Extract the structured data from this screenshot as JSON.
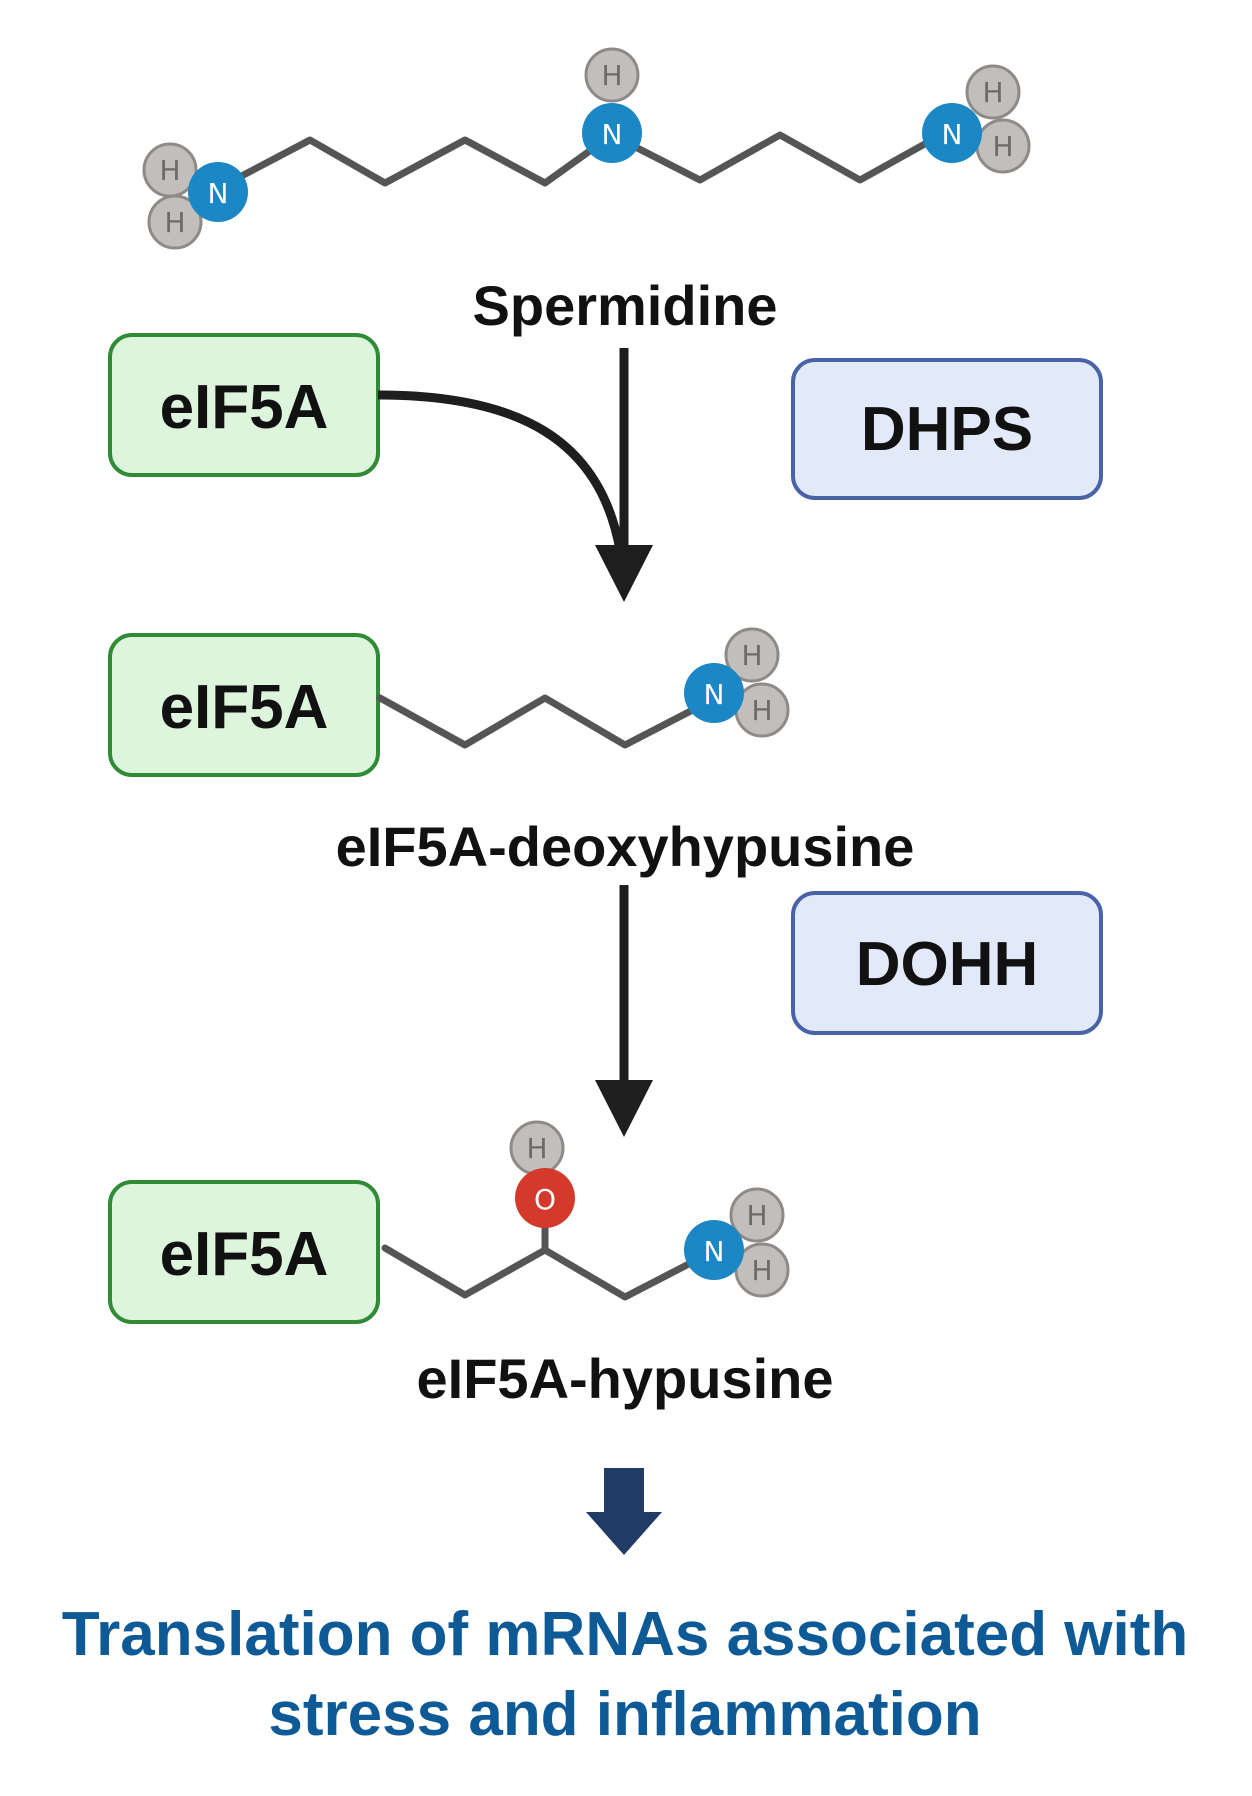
{
  "colors": {
    "protein_fill": "#DDF4DD",
    "protein_stroke": "#2F8B34",
    "enzyme_fill": "#E2EAF9",
    "enzyme_stroke": "#4A63A8",
    "bond": "#555555",
    "nitrogen": "#1B87C4",
    "oxygen": "#D33A2C",
    "hydrogen": "#C2BEBC",
    "hydrogen_stroke": "#8E8A88",
    "arrow": "#1E1E1E",
    "output_arrow": "#1F3B66",
    "output_text": "#0E5A96"
  },
  "atoms": {
    "hydrogen": "H",
    "nitrogen": "N",
    "oxygen": "O"
  },
  "molecules": {
    "spermidine": "Spermidine",
    "deoxyhypusine": "eIF5A-deoxyhypusine",
    "hypusine": "eIF5A-hypusine"
  },
  "proteins": {
    "substrate": "eIF5A",
    "deoxyhypusine_form": "eIF5A",
    "hypusine_form": "eIF5A"
  },
  "enzymes": {
    "step1": "DHPS",
    "step2": "DOHH"
  },
  "output": {
    "line1": "Translation of mRNAs associated with",
    "line2": "stress and inflammation"
  }
}
